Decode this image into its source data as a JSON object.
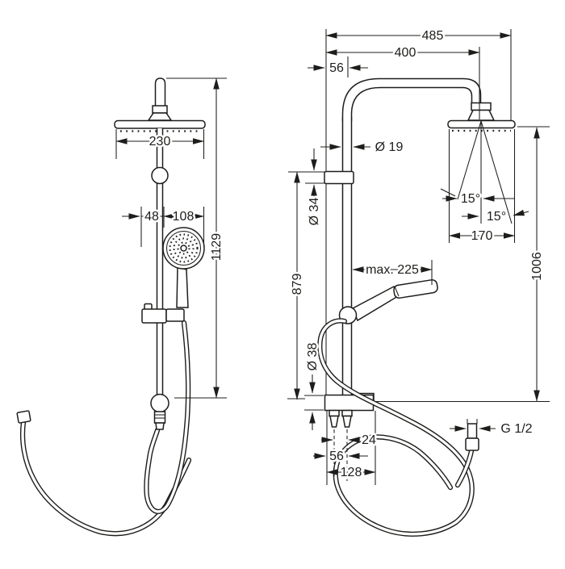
{
  "drawing": {
    "type": "technical-dimension-drawing",
    "colors": {
      "line": "#1d1d1b",
      "background": "#ffffff"
    },
    "front_view": {
      "head_width": "230",
      "hand_shower_offset": "48",
      "hand_shower_diameter": "108",
      "overall_height": "1129"
    },
    "side_view": {
      "projection_overall": "485",
      "arm_projection": "400",
      "wall_offset": "56",
      "pipe_diameter": "Ø 19",
      "bracket_diameter": "Ø 34",
      "bar_height": "879",
      "max_hose_reach": "max. 225",
      "spray_angle_left": "15°",
      "spray_angle_right": "15°",
      "head_depth": "170",
      "head_height": "1006",
      "escutcheon_diameter": "Ø 38",
      "outlet_spacing": "24",
      "outlet_offset": "56",
      "base_width": "128",
      "hose_thread": "G 1/2"
    }
  }
}
